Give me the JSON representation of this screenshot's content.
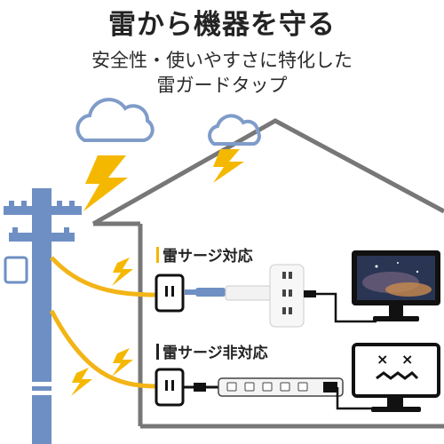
{
  "title": "雷から機器を守る",
  "subtitle_line1": "安全性・使いやすさに特化した",
  "subtitle_line2": "雷ガードタップ",
  "label_protected": "雷サージ対応",
  "label_unprotected": "雷サージ非対応",
  "colors": {
    "pole": "#6e8fc4",
    "cable": "#f3b417",
    "lightning": "#f5b800",
    "cloud": "#7f9cc9",
    "house": "#777777",
    "accent_bar": "#f4b400"
  },
  "icons": [
    "cloud-icon",
    "lightning-bolt-icon",
    "utility-pole-icon",
    "wall-outlet-icon",
    "surge-tap-icon",
    "power-strip-icon",
    "tv-monitor-icon",
    "broken-monitor-icon"
  ]
}
